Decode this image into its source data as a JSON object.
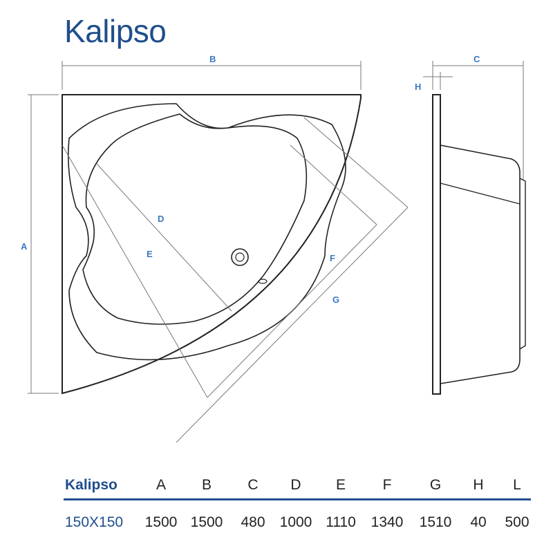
{
  "title": "Kalipso",
  "dimension_labels": {
    "A": "A",
    "B": "B",
    "C": "C",
    "D": "D",
    "E": "E",
    "F": "F",
    "G": "G",
    "H": "H"
  },
  "table": {
    "model": "Kalipso",
    "columns": [
      "A",
      "B",
      "C",
      "D",
      "E",
      "F",
      "G",
      "H",
      "L"
    ],
    "size": "150X150",
    "values": [
      "1500",
      "1500",
      "480",
      "1000",
      "1110",
      "1340",
      "1510",
      "40",
      "500"
    ]
  },
  "colors": {
    "accent": "#1f4e8c",
    "label": "#3a78c2",
    "line": "#222222"
  }
}
